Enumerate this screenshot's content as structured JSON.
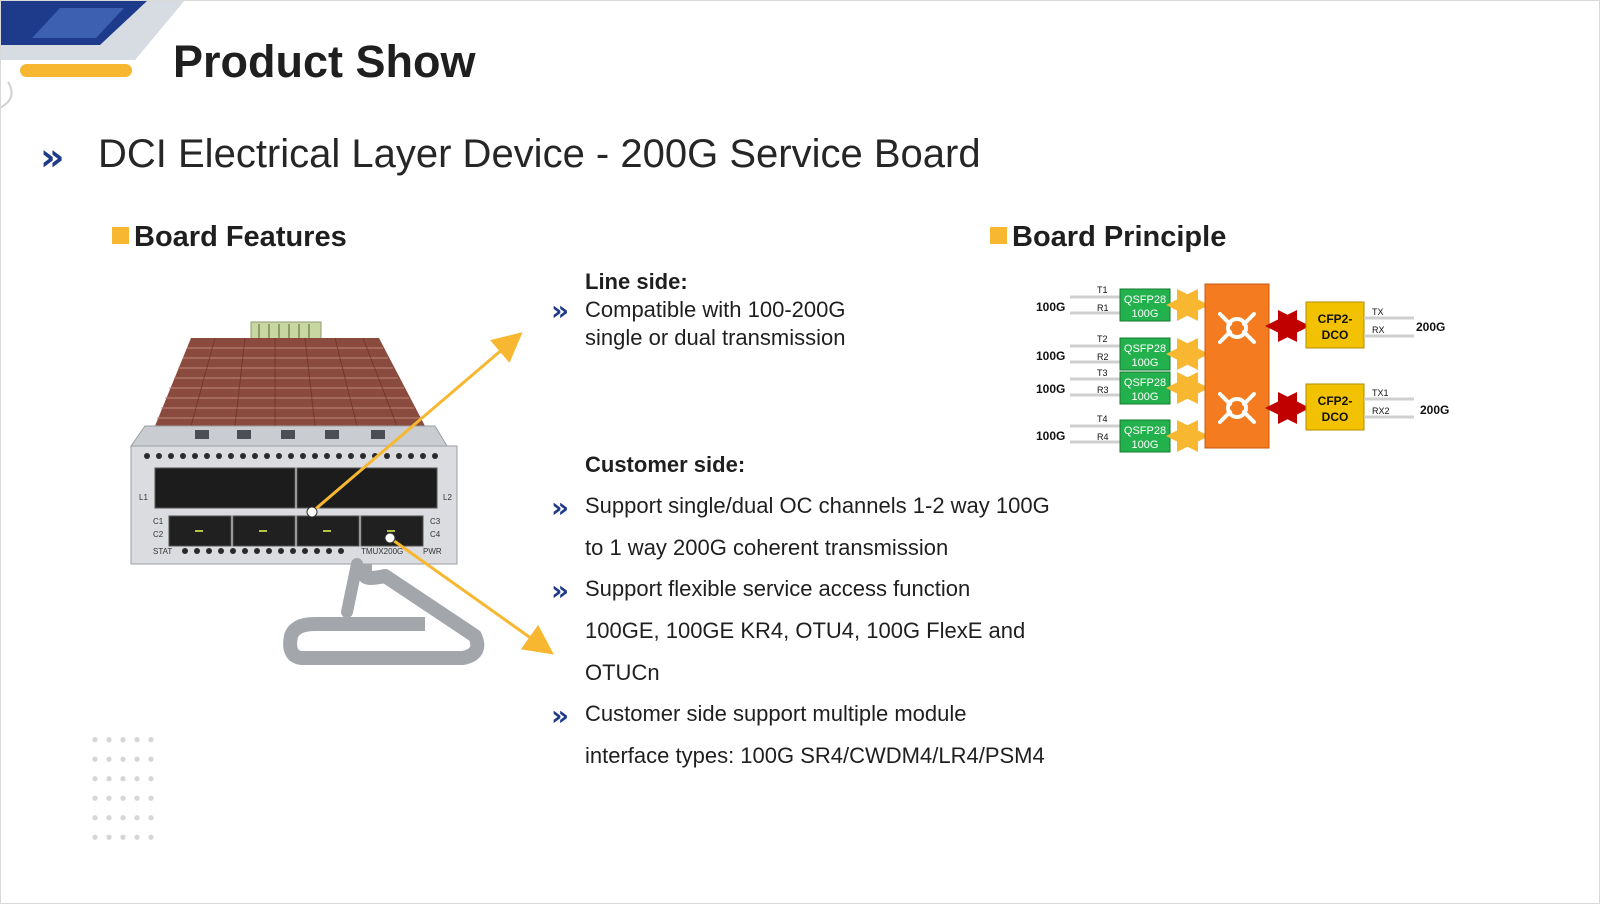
{
  "slide": {
    "title": "Product Show",
    "subtitle": "DCI Electrical Layer Device - 200G Service Board"
  },
  "features": {
    "heading": "Board Features",
    "line_side": {
      "heading": "Line side:",
      "lines": [
        "Compatible with 100-200G",
        "single or dual transmission"
      ]
    },
    "customer_side": {
      "heading": "Customer side:",
      "bullets": [
        {
          "lines": [
            "Support single/dual OC channels 1-2 way 100G",
            "to 1 way 200G coherent transmission"
          ]
        },
        {
          "lines": [
            "Support flexible service access function",
            "100GE, 100GE KR4, OTU4, 100G FlexE and",
            "OTUCn"
          ]
        },
        {
          "lines": [
            "Customer side support multiple module",
            "interface types: 100G SR4/CWDM4/LR4/PSM4"
          ]
        }
      ]
    }
  },
  "board_image": {
    "port_labels": [
      "L1",
      "L2",
      "C1",
      "C2",
      "C3",
      "C4",
      "STAT",
      "TMUX200G",
      "PWR"
    ]
  },
  "principle": {
    "heading": "Board Principle",
    "client_ports": [
      {
        "rate": "100G",
        "tx": "T1",
        "rx": "R1",
        "module": "QSFP28",
        "module_rate": "100G"
      },
      {
        "rate": "100G",
        "tx": "T2",
        "rx": "R2",
        "module": "QSFP28",
        "module_rate": "100G"
      },
      {
        "rate": "100G",
        "tx": "T3",
        "rx": "R3",
        "module": "QSFP28",
        "module_rate": "100G"
      },
      {
        "rate": "100G",
        "tx": "T4",
        "rx": "R4",
        "module": "QSFP28",
        "module_rate": "100G"
      }
    ],
    "line_ports": [
      {
        "module_l1": "CFP2-",
        "module_l2": "DCO",
        "tx": "TX",
        "rx": "RX",
        "rate": "200G"
      },
      {
        "module_l1": "CFP2-",
        "module_l2": "DCO",
        "tx": "TX1",
        "rx": "RX2",
        "rate": "200G"
      }
    ]
  },
  "colors": {
    "accent_navy": "#1e3a8a",
    "accent_yellow": "#f7b731",
    "module_green": "#22b14c",
    "switch_orange": "#f47b20",
    "dco_gold": "#f2c200",
    "arrow_red": "#c00000"
  }
}
